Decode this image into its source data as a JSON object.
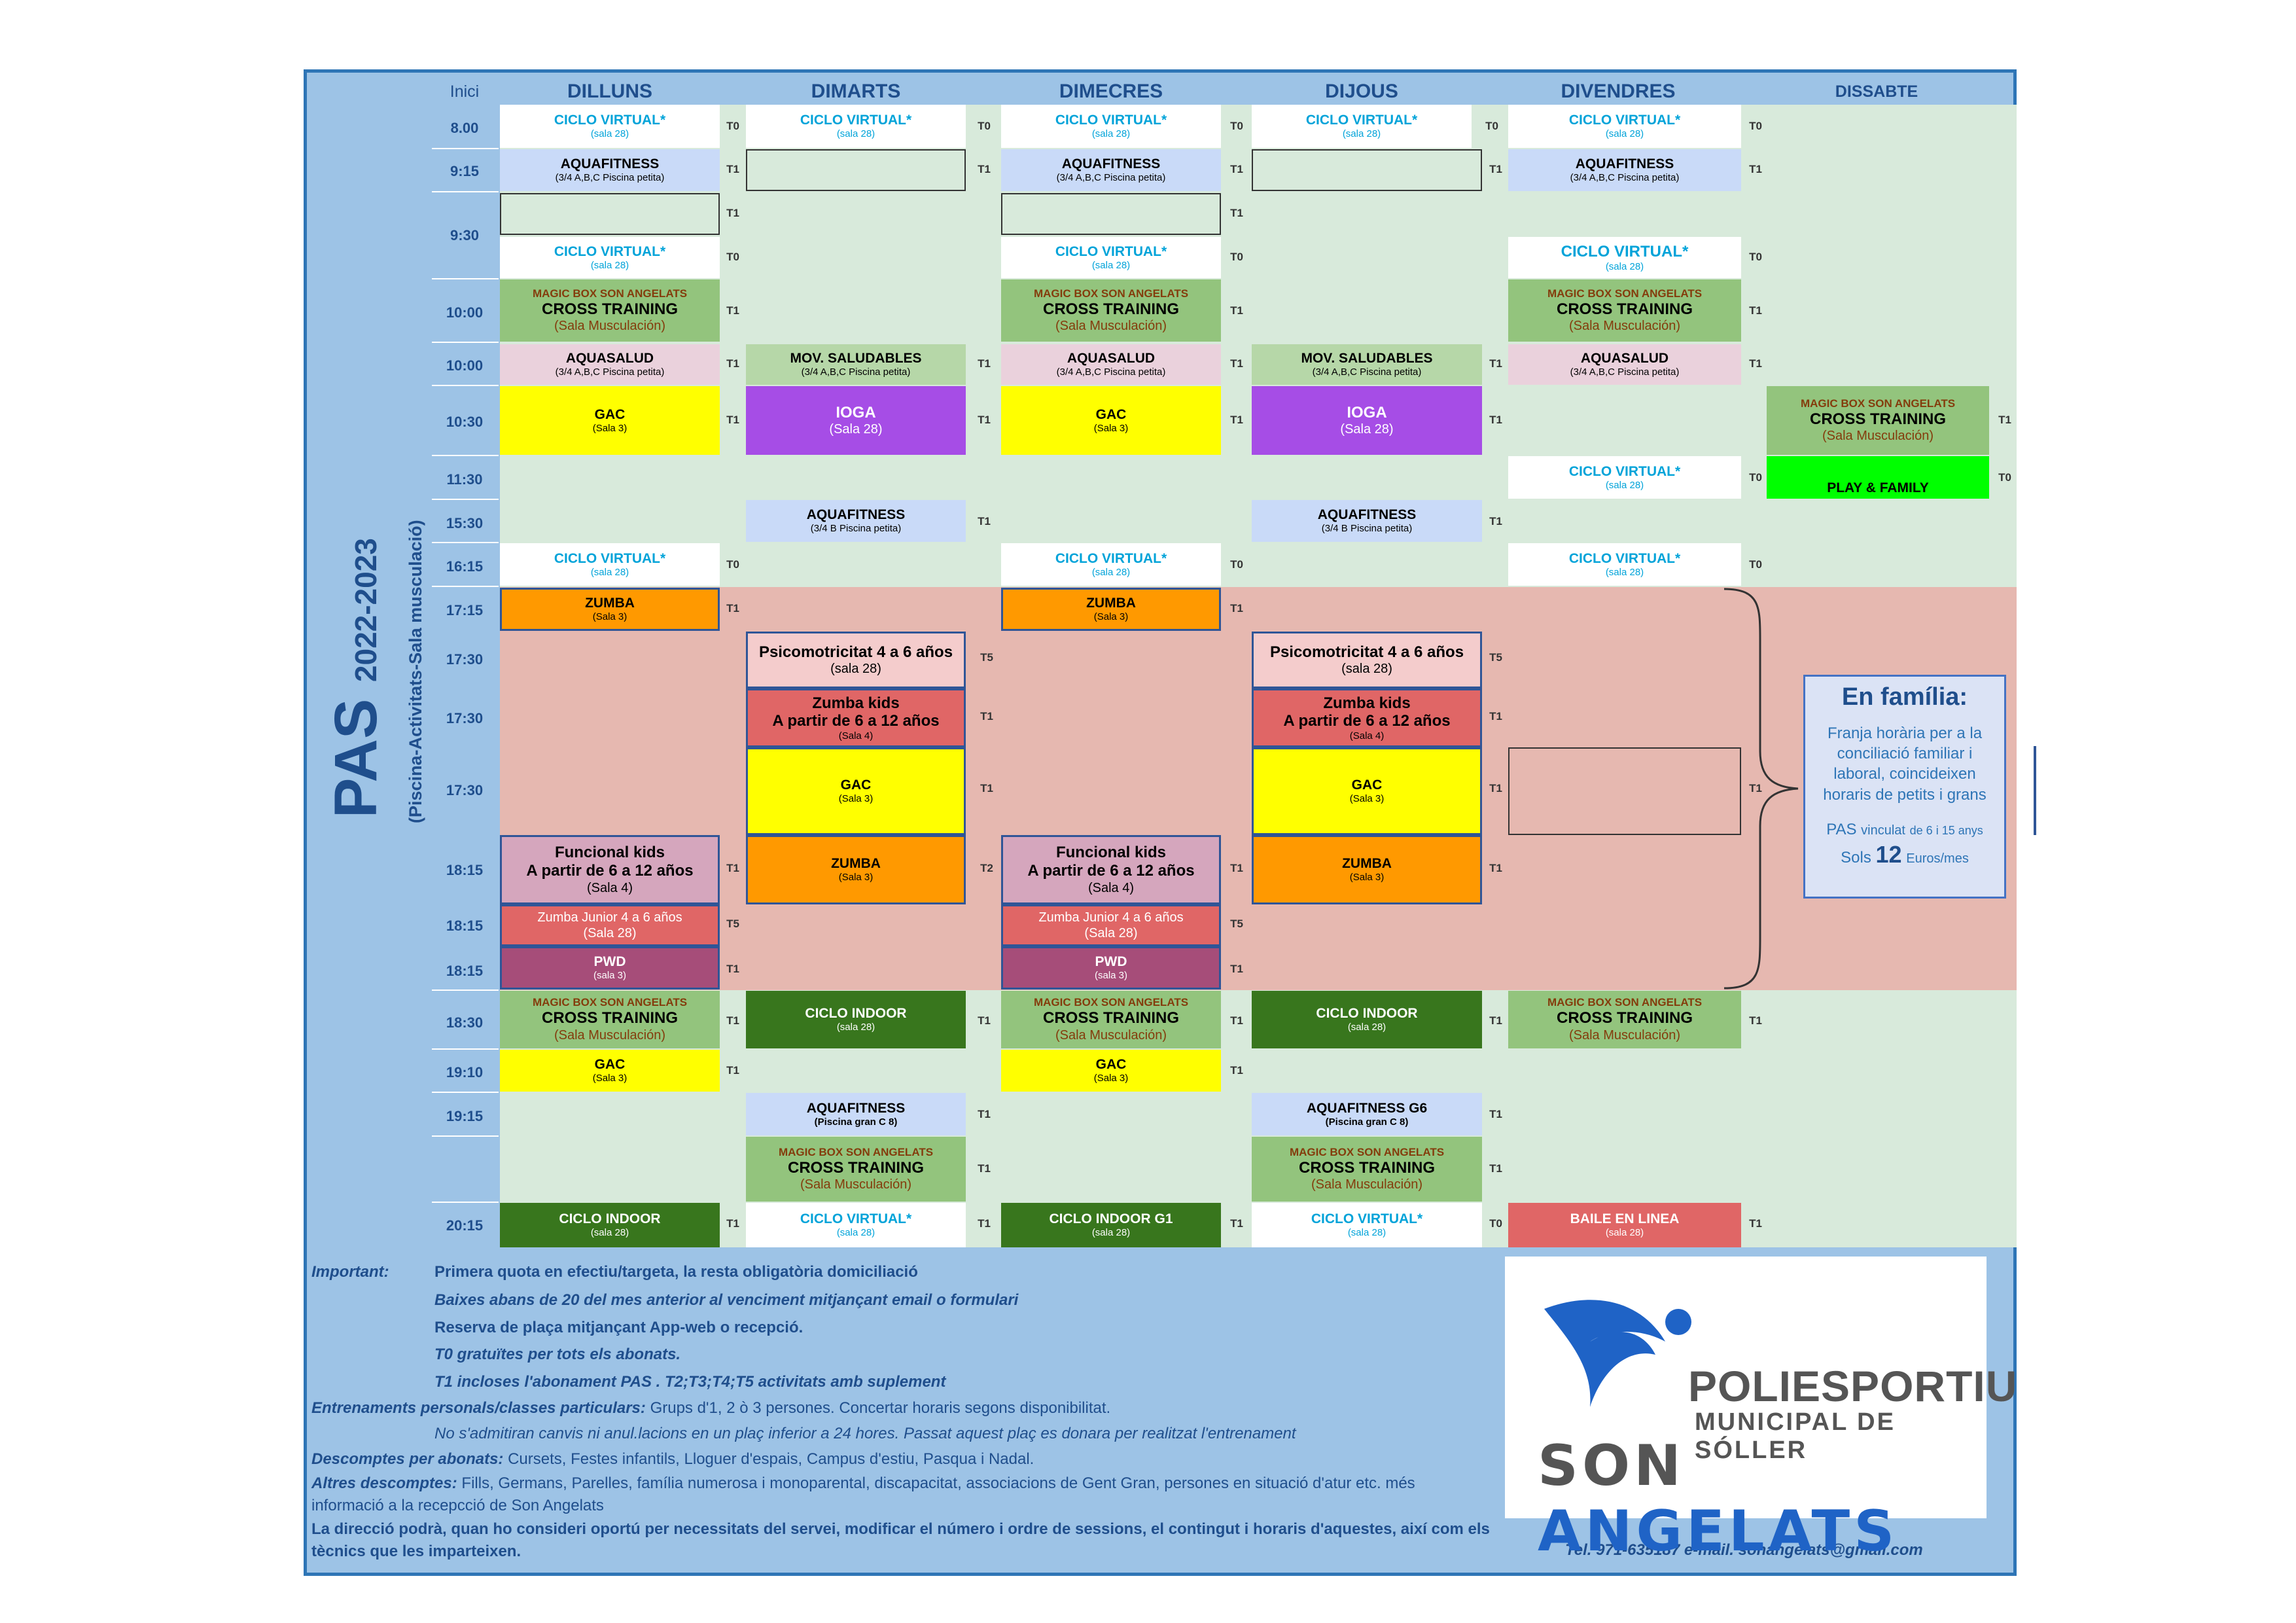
{
  "title": {
    "main": "PAS",
    "year": "2022-2023",
    "subtitle": "(Piscina-Activitats-Sala musculació)"
  },
  "header": {
    "inici": "Inici",
    "days": [
      "DILLUNS",
      "DIMARTS",
      "DIMECRES",
      "DIJOUS",
      "DIVENDRES",
      "DISSABTE"
    ]
  },
  "times": [
    "8.00",
    "9:15",
    "9:30",
    "10:00",
    "10:00",
    "10:30",
    "11:30",
    "15:30",
    "16:15",
    "17:15",
    "17:30",
    "17:30",
    "17:30",
    "18:15",
    "18:15",
    "18:15",
    "18:30",
    "19:10",
    "19:15",
    "20:15"
  ],
  "schedule": {
    "r0": [
      {
        "t": "CICLO VIRTUAL*",
        "s": "(sala 28)",
        "tag": "T0"
      },
      {
        "t": "CICLO VIRTUAL*",
        "s": "(sala 28)",
        "tag": "T0"
      },
      {
        "t": "CICLO VIRTUAL*",
        "s": "(sala 28)",
        "tag": "T0"
      },
      {
        "t": "CICLO VIRTUAL*",
        "s": "(sala 28)",
        "tag": "T0"
      },
      {
        "t": "CICLO VIRTUAL*",
        "s": "(sala 28)",
        "tag": "T0"
      }
    ],
    "r1": [
      {
        "t": "AQUAFITNESS",
        "s": "(3/4 A,B,C Piscina petita)",
        "tag": "T1"
      },
      {
        "tag": "T1"
      },
      {
        "t": "AQUAFITNESS",
        "s": "(3/4 A,B,C Piscina petita)",
        "tag": "T1"
      },
      {
        "tag": "T1"
      },
      {
        "t": "AQUAFITNESS",
        "s": "(3/4 A,B,C Piscina petita)",
        "tag": "T1"
      }
    ],
    "r2": [
      {
        "tag": "T1"
      },
      {
        "tag": "T1"
      }
    ],
    "r3": [
      {
        "t": "CICLO VIRTUAL*",
        "s": "(sala 28)",
        "tag": "T0"
      },
      {
        "t": "CICLO VIRTUAL*",
        "s": "(sala 28)",
        "tag": "T0"
      },
      {
        "t": "CICLO VIRTUAL*",
        "s": "(sala 28)",
        "tag": "T0"
      }
    ],
    "r4": [
      {
        "mb": "MAGIC BOX SON ANGELATS",
        "t": "CROSS TRAINING",
        "s": "(Sala Musculación)",
        "tag": "T1"
      },
      {
        "mb": "MAGIC BOX SON ANGELATS",
        "t": "CROSS TRAINING",
        "s": "(Sala Musculación)",
        "tag": "T1"
      },
      {
        "mb": "MAGIC BOX SON ANGELATS",
        "t": "CROSS TRAINING",
        "s": "(Sala Musculación)",
        "tag": "T1"
      }
    ],
    "r5": [
      {
        "t": "AQUASALUD",
        "s": "(3/4 A,B,C Piscina petita)",
        "tag": "T1"
      },
      {
        "t": "MOV. SALUDABLES",
        "s": "(3/4 A,B,C Piscina petita)",
        "tag": "T1"
      },
      {
        "t": "AQUASALUD",
        "s": "(3/4 A,B,C Piscina petita)",
        "tag": "T1"
      },
      {
        "t": "MOV. SALUDABLES",
        "s": "(3/4 A,B,C Piscina petita)",
        "tag": "T1"
      },
      {
        "t": "AQUASALUD",
        "s": "(3/4 A,B,C Piscina petita)",
        "tag": "T1"
      }
    ],
    "r6": [
      {
        "t": "GAC",
        "s": "(Sala 3)",
        "tag": "T1"
      },
      {
        "t": "IOGA",
        "s": "(Sala 28)",
        "tag": "T1"
      },
      {
        "t": "GAC",
        "s": "(Sala 3)",
        "tag": "T1"
      },
      {
        "t": "IOGA",
        "s": "(Sala 28)",
        "tag": "T1"
      },
      {
        "mb": "MAGIC BOX SON ANGELATS",
        "t": "CROSS TRAINING",
        "s": "(Sala Musculación)",
        "tag": "T1"
      }
    ],
    "r7": [
      {
        "t": "CICLO VIRTUAL*",
        "s": "(sala 28)",
        "tag": "T0"
      },
      {
        "t": "PLAY & FAMILY",
        "tag": "T0"
      }
    ],
    "r8": [
      {
        "t": "AQUAFITNESS",
        "s": "(3/4 B Piscina petita)",
        "tag": "T1"
      },
      {
        "t": "AQUAFITNESS",
        "s": "(3/4 B Piscina petita)",
        "tag": "T1"
      }
    ],
    "r9": [
      {
        "t": "CICLO VIRTUAL*",
        "s": "(sala 28)",
        "tag": "T0"
      },
      {
        "t": "CICLO VIRTUAL*",
        "s": "(sala 28)",
        "tag": "T0"
      },
      {
        "t": "CICLO VIRTUAL*",
        "s": "(sala 28)",
        "tag": "T0"
      }
    ],
    "r10": [
      {
        "t": "ZUMBA",
        "s": "(Sala 3)",
        "tag": "T1"
      },
      {
        "t": "ZUMBA",
        "s": "(Sala 3)",
        "tag": "T1"
      }
    ],
    "r11": [
      {
        "t": "Psicomotricitat 4 a 6 años",
        "s": "(sala 28)",
        "tag": "T5"
      },
      {
        "t": "Psicomotricitat 4 a 6 años",
        "s": "(sala 28)",
        "tag": "T5"
      }
    ],
    "r12": [
      {
        "t": "Zumba kids",
        "t2": "A partir de 6 a 12 años",
        "s": "(Sala 4)",
        "tag": "T1"
      },
      {
        "t": "Zumba kids",
        "t2": "A partir de 6 a 12 años",
        "s": "(Sala 4)",
        "tag": "T1"
      }
    ],
    "r13": [
      {
        "t": "GAC",
        "s": "(Sala 3)",
        "tag": "T1"
      },
      {
        "t": "GAC",
        "s": "(Sala 3)",
        "tag": "T1"
      },
      {
        "tag": "T1"
      }
    ],
    "r14": [
      {
        "t": "Funcional kids",
        "t2": "A partir de 6 a 12 años",
        "s": "(Sala 4)",
        "tag": "T1"
      },
      {
        "t": "ZUMBA",
        "s": "(Sala 3)",
        "tag": "T2"
      },
      {
        "t": "Funcional kids",
        "t2": "A partir de 6 a 12 años",
        "s": "(Sala 4)",
        "tag": "T1"
      },
      {
        "t": "ZUMBA",
        "s": "(Sala 3)",
        "tag": "T1"
      }
    ],
    "r15": [
      {
        "t": "Zumba Junior 4 a 6 años",
        "s": "(Sala 28)",
        "tag": "T5"
      },
      {
        "t": "Zumba Junior 4 a 6 años",
        "s": "(Sala 28)",
        "tag": "T5"
      }
    ],
    "r16": [
      {
        "t": "PWD",
        "s": "(sala 3)",
        "tag": "T1"
      },
      {
        "t": "PWD",
        "s": "(sala 3)",
        "tag": "T1"
      }
    ],
    "r17": [
      {
        "mb": "MAGIC BOX SON ANGELATS",
        "t": "CROSS TRAINING",
        "s": "(Sala Musculación)",
        "tag": "T1"
      },
      {
        "t": "CICLO INDOOR",
        "s": "(sala 28)",
        "tag": "T1"
      },
      {
        "mb": "MAGIC BOX SON ANGELATS",
        "t": "CROSS TRAINING",
        "s": "(Sala Musculación)",
        "tag": "T1"
      },
      {
        "t": "CICLO INDOOR",
        "s": "(sala 28)",
        "tag": "T1"
      },
      {
        "mb": "MAGIC BOX SON ANGELATS",
        "t": "CROSS TRAINING",
        "s": "(Sala Musculación)",
        "tag": "T1"
      }
    ],
    "r18": [
      {
        "t": "GAC",
        "s": "(Sala 3)",
        "tag": "T1"
      },
      {
        "t": "GAC",
        "s": "(Sala 3)",
        "tag": "T1"
      }
    ],
    "r19": [
      {
        "t": "AQUAFITNESS",
        "s": "(Piscina gran C 8)",
        "tag": "T1"
      },
      {
        "t": "AQUAFITNESS G6",
        "s": "(Piscina gran C 8)",
        "tag": "T1"
      }
    ],
    "r20": [
      {
        "mb": "MAGIC BOX SON ANGELATS",
        "t": "CROSS TRAINING",
        "s": "(Sala Musculación)",
        "tag": "T1"
      },
      {
        "mb": "MAGIC BOX SON ANGELATS",
        "t": "CROSS TRAINING",
        "s": "(Sala Musculación)",
        "tag": "T1"
      }
    ],
    "r21": [
      {
        "t": "CICLO INDOOR",
        "s": "(sala 28)",
        "tag": "T1"
      },
      {
        "t": "CICLO VIRTUAL*",
        "s": "(sala 28)",
        "tag": "T1"
      },
      {
        "t": "CICLO INDOOR G1",
        "s": "(sala 28)",
        "tag": "T1"
      },
      {
        "t": "CICLO VIRTUAL*",
        "s": "(sala 28)",
        "tag": "T0"
      },
      {
        "t": "BAILE EN LINEA",
        "s": "(sala 28)",
        "tag": "T1"
      }
    ]
  },
  "familia": {
    "heading": "En família:",
    "body": "Franja horària per a la conciliació familiar i laboral, coincideixen horaris de petits i grans",
    "pas": "PAS",
    "vinculat": "vinculat",
    "range": "de 6 i 15 anys",
    "sols": "Sols",
    "price": "12",
    "unit": "Euros/mes"
  },
  "notes": {
    "important_label": "Important:",
    "n1": "Primera quota en efectiu/targeta, la resta obligatòria domiciliació",
    "n2": "Baixes abans de 20 del mes anterior al venciment mitjançant email o formulari",
    "n3": "Reserva de plaça mitjançant App-web o recepció.",
    "n4": "T0 gratuïtes per tots els abonats.",
    "n5": "T1 incloses l'abonament PAS . T2;T3;T4;T5 activitats amb suplement",
    "ent_label": "Entrenaments personals/classes particulars:",
    "ent_text": "Grups d'1, 2 ò 3 persones.  Concertar horaris segons disponibilitat.",
    "ent_note": "No s'admitiran canvis ni anul.lacions en un plaç inferior a 24 hores. Passat aquest plaç es donara per realitzat l'entrenament",
    "desc_label": "Descomptes per abonats:",
    "desc_text": "Cursets, Festes infantils, Lloguer d'espais, Campus d'estiu, Pasqua i Nadal.",
    "altres_label": "Altres descomptes:",
    "altres_text": "Fills, Germans, Parelles, família numerosa i monoparental, discapacitat,  associacions de Gent Gran, persones en situació d'atur etc. més informació a la recepcció de Son Angelats",
    "direccio": "La direcció podrà, quan ho consideri oportú per necessitats del servei, modificar el número i ordre de sessions, el contingut i horaris d'aquestes, així com els tècnics que les imparteixen.",
    "contact": "Tel. 971-635187     e-mail. sonangelats@gmail.com"
  },
  "logo": {
    "line1": "POLIESPORTIU",
    "line2": "MUNICIPAL DE SÓLLER",
    "line3a": "SON",
    "line3b": "ANGELATS"
  }
}
